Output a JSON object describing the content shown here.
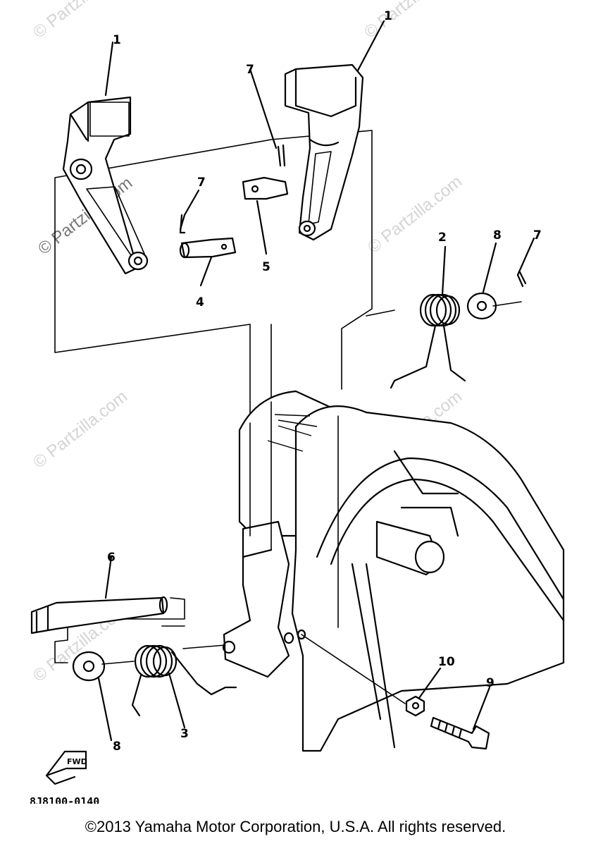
{
  "watermark": "© Partzilla.com",
  "callouts": {
    "p1": "1",
    "p2": "2",
    "p3": "3",
    "p4": "4",
    "p5": "5",
    "p6": "6",
    "p7a": "7",
    "p7b": "7",
    "p7c": "7",
    "p8a": "8",
    "p8b": "8",
    "p9": "9",
    "p10": "10"
  },
  "fwd_label": "FWD",
  "diagram_code": "8J8100-0140",
  "copyright": "©2013  Yamaha Motor Corporation, U.S.A. All rights reserved."
}
